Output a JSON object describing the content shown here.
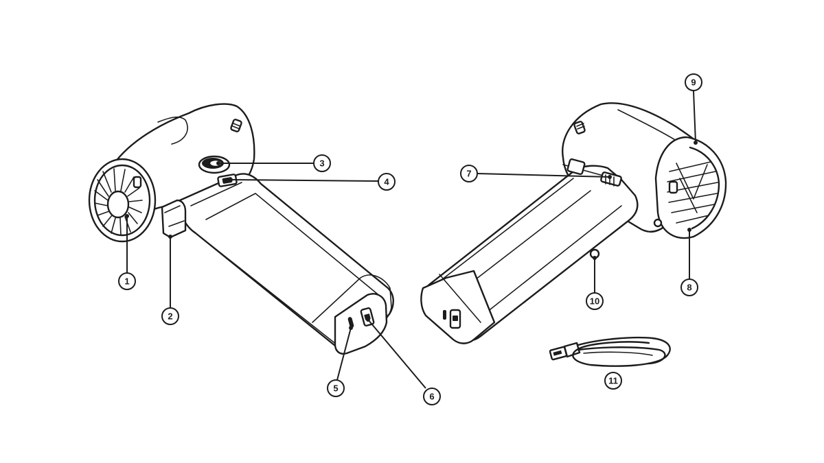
{
  "callouts": [
    {
      "number": "1"
    },
    {
      "number": "2"
    },
    {
      "number": "3"
    },
    {
      "number": "4"
    },
    {
      "number": "5"
    },
    {
      "number": "6"
    },
    {
      "number": "7"
    },
    {
      "number": "8"
    },
    {
      "number": "9"
    },
    {
      "number": "10"
    },
    {
      "number": "11"
    }
  ],
  "colors": {
    "line": "#1c1c1c",
    "background": "#ffffff"
  }
}
